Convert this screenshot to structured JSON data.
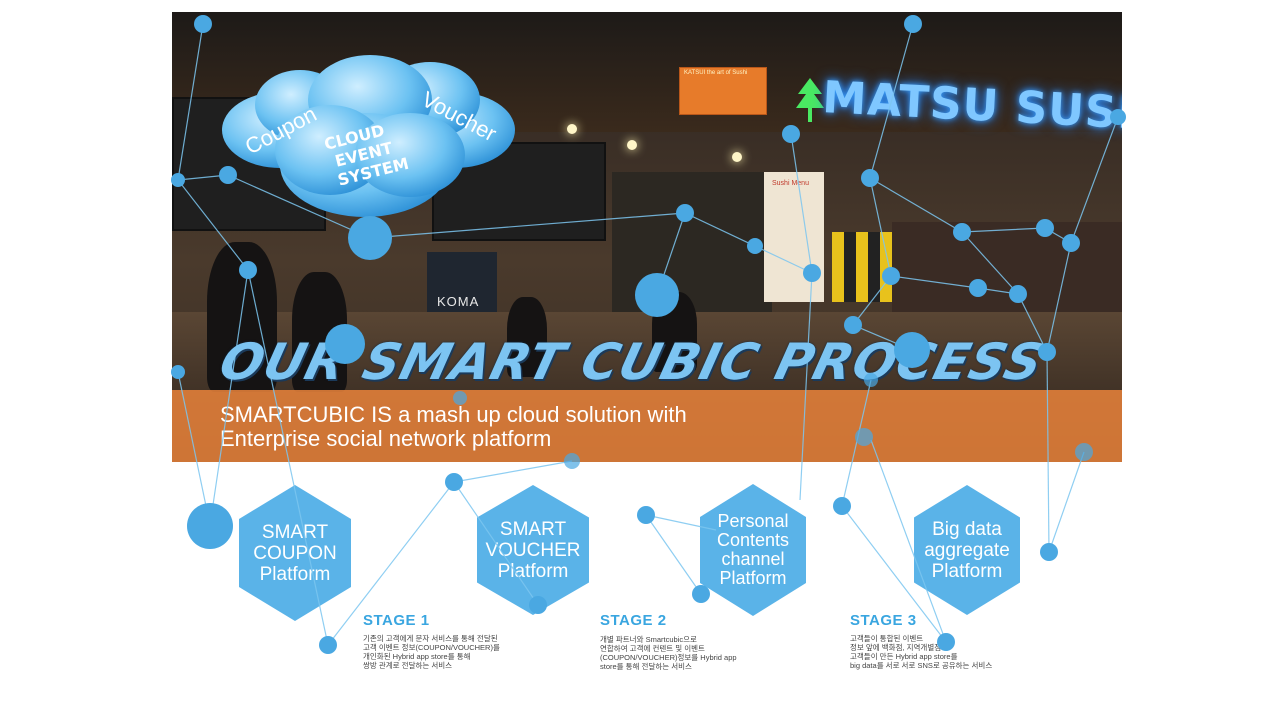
{
  "slide": {
    "title": "OUR SMART CUBIC PROCESS",
    "subtitle_line1": "SMARTCUBIC IS a mash up cloud solution with",
    "subtitle_line2": "Enterprise social network platform",
    "colors": {
      "band": "#E5813A",
      "hexagon": "#5AB3E8",
      "stage_label": "#3AA6E0",
      "network_node": "#4AA8E2",
      "title": "#7CC4F2"
    }
  },
  "clouds": {
    "coupon": "Coupon",
    "voucher": "Voucher",
    "center_line1": "CLOUD",
    "center_line2": "EVENT",
    "center_line3": "SYSTEM"
  },
  "photo_signs": {
    "matsu": "MATSU SUSHI",
    "koma": "KOMA",
    "sushi_menu": "Sushi Menu",
    "orange_sign": "KATSUI the art of Sushi"
  },
  "platforms": [
    {
      "label": "SMART\nCOUPON\nPlatform"
    },
    {
      "label": "SMART\nVOUCHER\nPlatform"
    },
    {
      "label": "Personal\nContents\nchannel\nPlatform"
    },
    {
      "label": "Big data\naggregate\nPlatform"
    }
  ],
  "stages": [
    {
      "label": "STAGE 1",
      "desc": "기존의 고객에게 문자 서비스를 통해 전달된\n고객 이벤트 정보(COUPON/VOUCHER)를\n개인화된 Hybrid app store를 통해\n쌍방 관계로 전달하는 서비스"
    },
    {
      "label": "STAGE 2",
      "desc": "개별 파트너와 Smartcubic으로\n연합하여 고객에 컨텐트 및 이벤트\n(COUPON/VOUCHER)정보를 Hybrid app\nstore를 통해 전달하는 서비스"
    },
    {
      "label": "STAGE 3",
      "desc": "고객들이 통합된 이벤트\n정보 앞에 백화점, 지역개별점에\n고객들이 만든 Hybrid app store를\nbig data를 서로 서로 SNS로 공유하는 서비스"
    }
  ]
}
